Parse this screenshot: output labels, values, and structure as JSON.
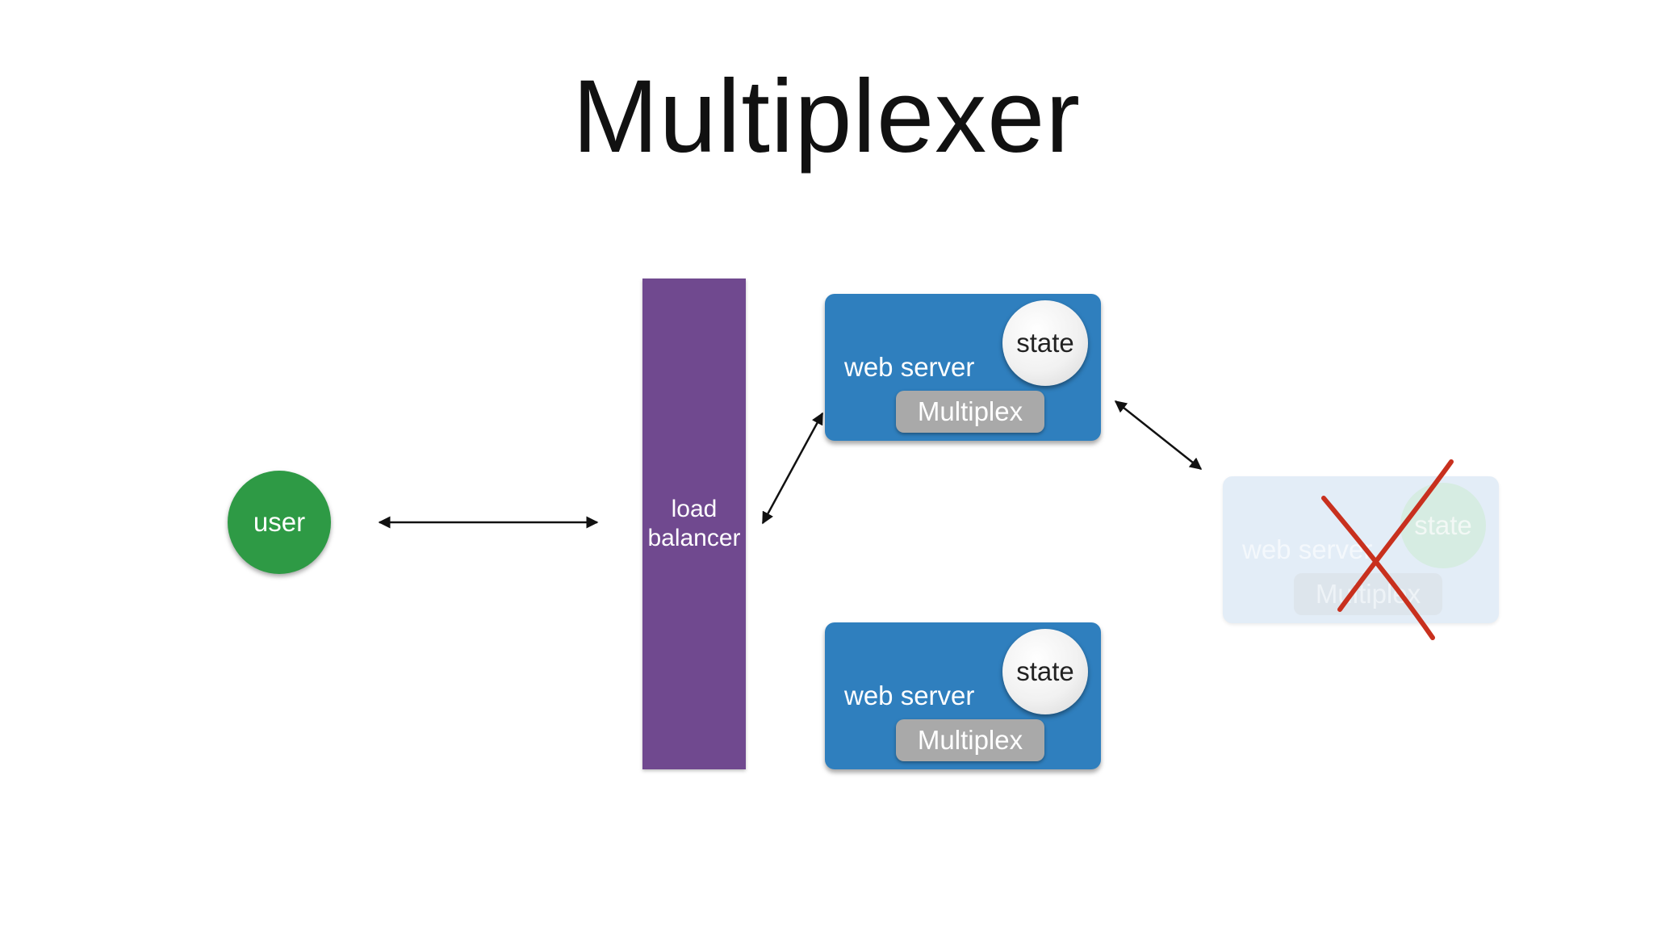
{
  "title": "Multiplexer",
  "user": {
    "label": "user",
    "color": "#2e9a45"
  },
  "load_balancer": {
    "label": "load balancer",
    "color": "#70498f"
  },
  "servers": [
    {
      "label": "web server",
      "state": "state",
      "multiplex": "Multiplex",
      "status": "active"
    },
    {
      "label": "web server",
      "state": "state",
      "multiplex": "Multiplex",
      "status": "active"
    },
    {
      "label": "web server",
      "state": "state",
      "multiplex": "Multiplex",
      "status": "failed"
    }
  ],
  "colors": {
    "server": "#2f7fbe",
    "multiplex": "#a9a9a9",
    "failed_mark": "#c8301e"
  },
  "icons": {
    "failed": "red-x-mark"
  }
}
